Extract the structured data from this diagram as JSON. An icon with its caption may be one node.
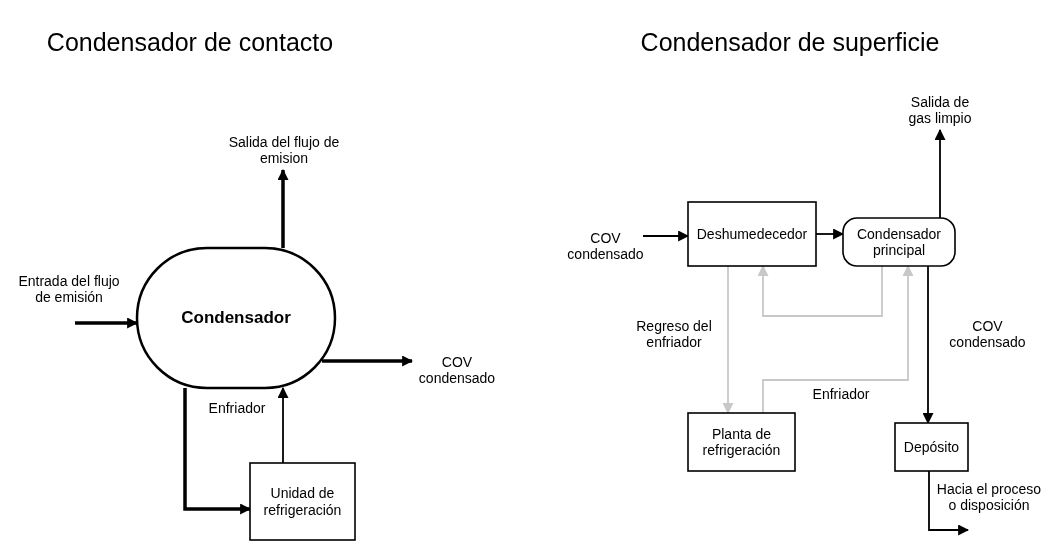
{
  "diagram": {
    "nodes": [
      {
        "text": [
          "Condensador"
        ]
      },
      {
        "text": [
          "Unidad de refrigeración"
        ]
      },
      {
        "text": [
          "Deshumedecedor"
        ]
      },
      {
        "text": [
          "Condensador principal"
        ]
      },
      {
        "text": [
          "Planta de refrigeración"
        ]
      },
      {
        "text": [
          "Depósito"
        ]
      },
      {
        "text": [
          "Entrada del flujo de emisión"
        ]
      },
      {
        "text": [
          "Salida del flujo de emision"
        ]
      },
      {
        "text": [
          "COV condensado"
        ]
      },
      {
        "text": [
          "COV condensado"
        ]
      },
      {
        "text": [
          "Salida de gas limpio"
        ]
      }
    ],
    "edges": [
      {
        "from": 6,
        "to": 0,
        "arrow": "to",
        "style": "thick"
      },
      {
        "from": 0,
        "to": 7,
        "arrow": "to",
        "style": "thick"
      },
      {
        "from": 0,
        "to": 8,
        "arrow": "to",
        "style": "thick"
      },
      {
        "from": 0,
        "to": 1,
        "arrow": "to",
        "style": "thick"
      },
      {
        "from": 1,
        "to": 0,
        "arrow": "to",
        "label": "Enfriador"
      },
      {
        "from": 9,
        "to": 2,
        "arrow": "to"
      },
      {
        "from": 2,
        "to": 3,
        "arrow": "to"
      },
      {
        "from": 3,
        "to": 10,
        "arrow": "to"
      },
      {
        "from": 3,
        "to": 5,
        "arrow": "to",
        "label": "COV condensado"
      },
      {
        "from": 5,
        "to": null,
        "arrow": "to",
        "label": "Hacia el proceso o disposición"
      },
      {
        "from": 2,
        "to": 4,
        "arrow": "to",
        "label": "Regreso del enfriador",
        "color": "#c8c8c8"
      },
      {
        "from": 4,
        "to": 3,
        "arrow": "to",
        "label": "Enfriador",
        "color": "#c8c8c8"
      },
      {
        "from": 3,
        "to": 2,
        "arrow": "to",
        "color": "#c8c8c8"
      }
    ],
    "labels": [
      "Condensador de contacto",
      "Condensador de superficie"
    ]
  }
}
